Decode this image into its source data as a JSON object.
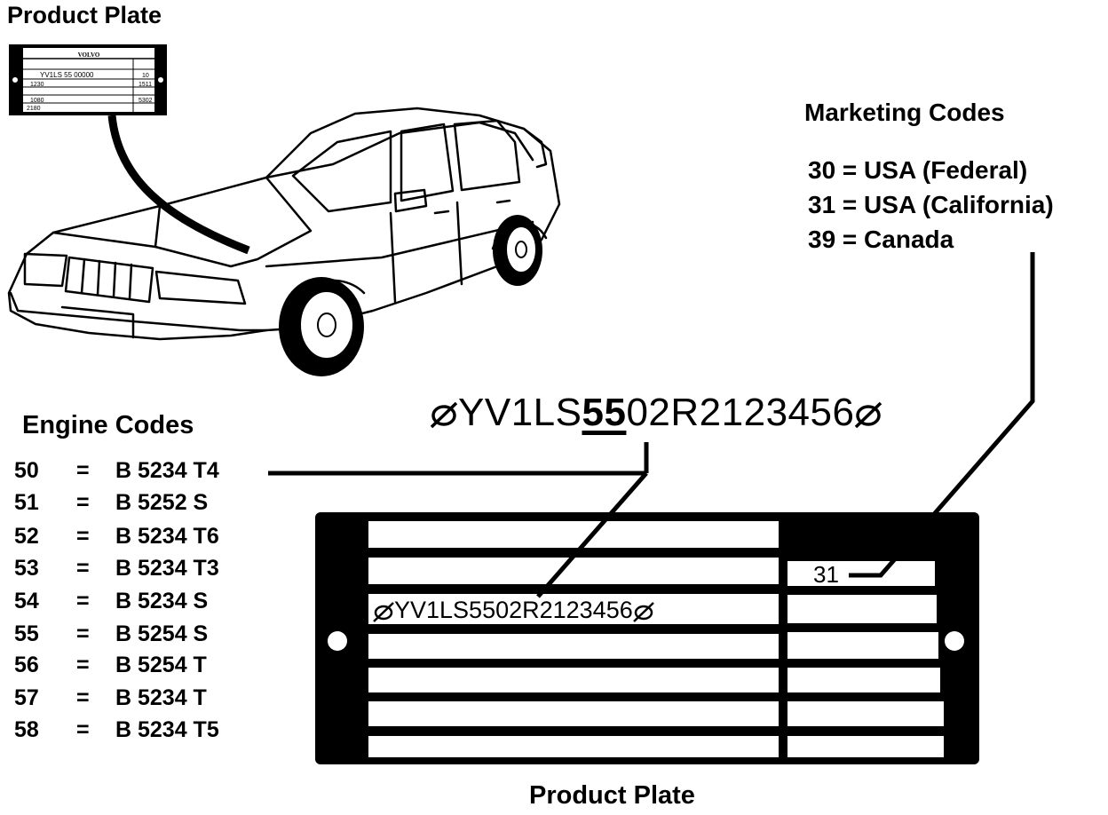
{
  "top_title": "Product Plate",
  "bottom_title": "Product Plate",
  "marketing": {
    "title": "Marketing Codes",
    "items": [
      "30 = USA (Federal)",
      "31 = USA (California)",
      "39 = Canada"
    ]
  },
  "engine": {
    "title": "Engine Codes",
    "rows": [
      {
        "code": "50",
        "eq": "=",
        "name": "B 5234 T4"
      },
      {
        "code": "51",
        "eq": "=",
        "name": "B 5252 S"
      },
      {
        "code": "52",
        "eq": "=",
        "name": "B 5234 T6"
      },
      {
        "code": "53",
        "eq": "=",
        "name": "B 5234 T3"
      },
      {
        "code": "54",
        "eq": "=",
        "name": "B 5234 S"
      },
      {
        "code": "55",
        "eq": "=",
        "name": "B 5254 S"
      },
      {
        "code": "56",
        "eq": "=",
        "name": "B 5254 T"
      },
      {
        "code": "57",
        "eq": "=",
        "name": "B 5234 T"
      },
      {
        "code": "58",
        "eq": "=",
        "name": "B 5234 T5"
      }
    ]
  },
  "vin": {
    "prefix": "YV1LS",
    "engine_code": "55",
    "suffix": "02R2123456",
    "plate_text": "YV1LS5502R2123456"
  },
  "plate_market_code": "31",
  "mini_plate": {
    "brand": "VOLVO",
    "vin_line": "YV1LS 55 00000",
    "market": "10",
    "values": [
      "1230",
      "1511",
      "1080",
      "2180",
      "5302"
    ]
  }
}
